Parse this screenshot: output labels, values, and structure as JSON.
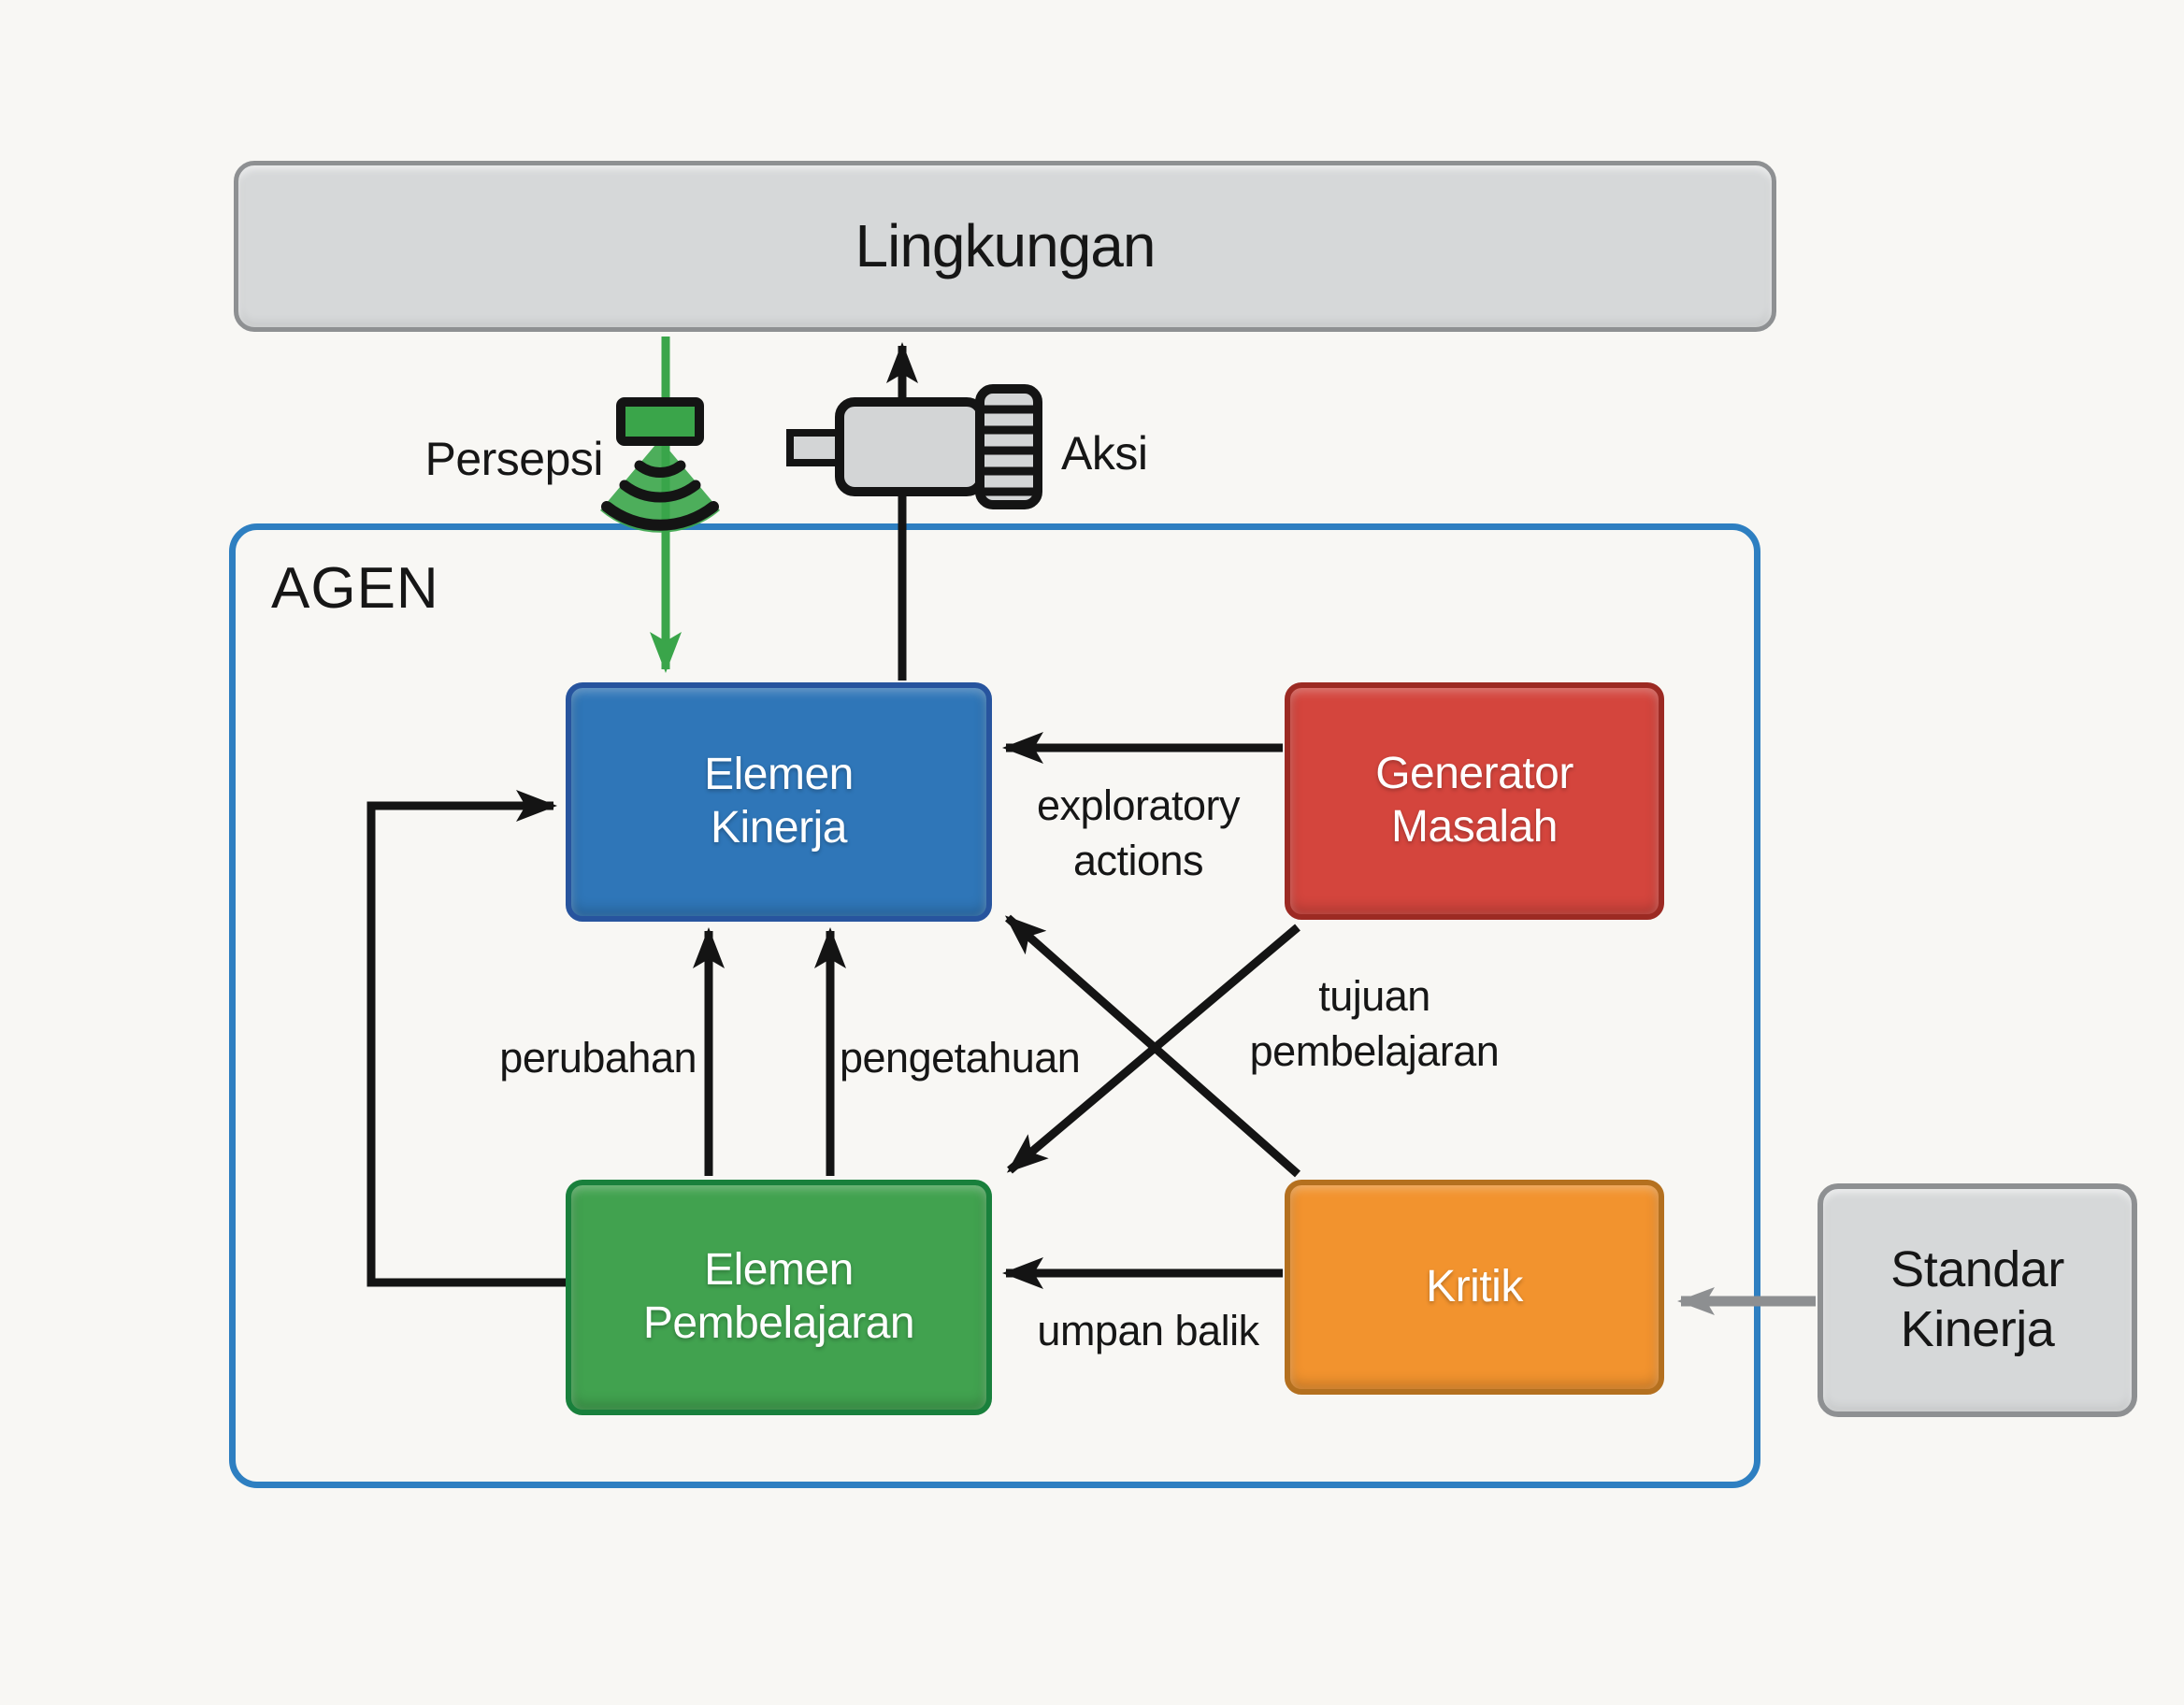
{
  "colors": {
    "page_bg": "#f8f7f4",
    "ink": "#161616",
    "env_fill": "#d6d8d9",
    "env_border": "#8e9092",
    "agent_border": "#2e7fc1",
    "perf_fill": "#2f76b8",
    "perf_border": "#27549e",
    "gen_fill": "#d4453d",
    "gen_border": "#9c2a23",
    "learn_fill": "#41a24f",
    "learn_border": "#19803c",
    "critic_fill": "#f2932e",
    "critic_border": "#b4701f",
    "std_fill": "#d6d8d9",
    "std_border": "#8e9092",
    "arrow_black": "#141414",
    "arrow_green": "#3aa54a",
    "arrow_gray": "#8d8f91",
    "node_text": "#ffffff"
  },
  "environment": {
    "label": "Lingkungan"
  },
  "agent": {
    "label": "AGEN"
  },
  "sensor": {
    "label": "Persepsi",
    "icon": "sonar-sensor-icon"
  },
  "actuator": {
    "label": "Aksi",
    "icon": "motor-actuator-icon"
  },
  "nodes": {
    "performance_element": {
      "line1": "Elemen",
      "line2": "Kinerja"
    },
    "problem_generator": {
      "line1": "Generator",
      "line2": "Masalah"
    },
    "learning_element": {
      "line1": "Elemen",
      "line2": "Pembelajaran"
    },
    "critic": {
      "label": "Kritik"
    },
    "performance_standard": {
      "line1": "Standar",
      "line2": "Kinerja"
    }
  },
  "edge_labels": {
    "exploratory": {
      "line1": "exploratory",
      "line2": "actions"
    },
    "tujuan": {
      "line1": "tujuan",
      "line2": "pembelajaran"
    },
    "perubahan": {
      "label": "perubahan"
    },
    "pengetahuan": {
      "label": "pengetahuan"
    },
    "umpan_balik": {
      "label": "umpan balik"
    }
  },
  "edges": [
    {
      "name": "persepsi",
      "from": "Lingkungan",
      "to": "Elemen Kinerja",
      "label": "Persepsi",
      "color": "green"
    },
    {
      "name": "aksi",
      "from": "Elemen Kinerja",
      "to": "Lingkungan",
      "label": "Aksi",
      "color": "black"
    },
    {
      "name": "exploratory-actions",
      "from": "Generator Masalah",
      "to": "Elemen Kinerja",
      "label": "exploratory actions",
      "color": "black"
    },
    {
      "name": "tujuan-pembelajaran",
      "from": "Generator Masalah",
      "to": "Elemen Pembelajaran",
      "label": "tujuan pembelajaran",
      "color": "black"
    },
    {
      "name": "kritik-ke-elemen-kinerja",
      "from": "Kritik",
      "to": "Elemen Kinerja",
      "label": "",
      "color": "black"
    },
    {
      "name": "perubahan",
      "from": "Elemen Pembelajaran",
      "to": "Elemen Kinerja",
      "label": "perubahan",
      "color": "black"
    },
    {
      "name": "pengetahuan",
      "from": "Elemen Pembelajaran",
      "to": "Elemen Kinerja",
      "label": "pengetahuan",
      "color": "black"
    },
    {
      "name": "umpan-balik",
      "from": "Kritik",
      "to": "Elemen Pembelajaran",
      "label": "umpan balik",
      "color": "black"
    },
    {
      "name": "loop-kiri",
      "from": "Elemen Pembelajaran",
      "to": "Elemen Kinerja",
      "label": "",
      "color": "black"
    },
    {
      "name": "standar-ke-kritik",
      "from": "Standar Kinerja",
      "to": "Kritik",
      "label": "",
      "color": "gray"
    }
  ]
}
